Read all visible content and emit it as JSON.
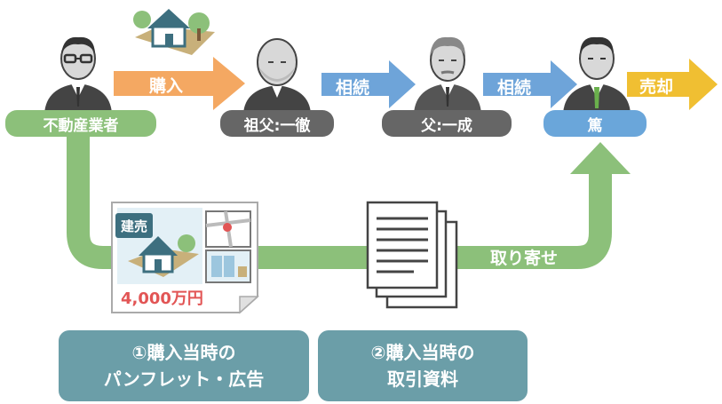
{
  "people": {
    "dealer": {
      "label": "不動産業者",
      "color": "#8cc07a"
    },
    "grandfather": {
      "label": "祖父:一徹",
      "color": "#666666"
    },
    "father": {
      "label": "父:一成",
      "color": "#666666"
    },
    "self": {
      "label": "篤",
      "color": "#6aa6da"
    }
  },
  "arrows": {
    "purchase": {
      "label": "購入",
      "color": "#f4a862"
    },
    "inherit1": {
      "label": "相続",
      "color": "#6ea4d9"
    },
    "inherit2": {
      "label": "相続",
      "color": "#6ea4d9"
    },
    "sale": {
      "label": "売却",
      "color": "#f0bf32"
    }
  },
  "flow": {
    "label": "取り寄せ",
    "color": "#8cc07a"
  },
  "flyer": {
    "badge": "建売",
    "price": "4,000万円"
  },
  "docs": [
    {
      "line1": "①購入当時の",
      "line2": "パンフレット・広告"
    },
    {
      "line1": "②購入当時の",
      "line2": "取引資料"
    }
  ]
}
